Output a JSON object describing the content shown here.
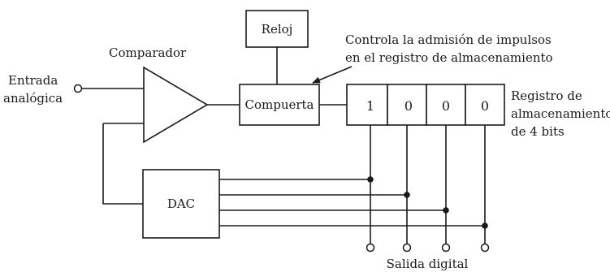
{
  "labels": {
    "input_line1": "Entrada",
    "input_line2": "analógica",
    "comparator": "Comparador",
    "clock": "Reloj",
    "gate": "Compuerta",
    "dac": "DAC",
    "annotation_line1": "Controla la admisión de impulsos",
    "annotation_line2": "en el registro de almacenamiento",
    "register_line1": "Registro de",
    "register_line2": "almacenamiento",
    "register_line3": "de 4 bits",
    "output": "Salida digital"
  },
  "register_bits": [
    "1",
    "0",
    "0",
    "0"
  ]
}
